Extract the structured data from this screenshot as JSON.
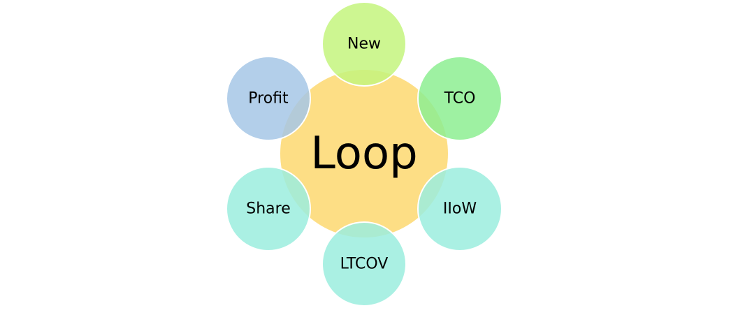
{
  "center": {
    "label": "Loop",
    "color": "#FDDE85"
  },
  "nodes": [
    {
      "label": "New",
      "color": "#C4F57E"
    },
    {
      "label": "TCO",
      "color": "#8DEE92"
    },
    {
      "label": "IIoW",
      "color": "#9BEDDE"
    },
    {
      "label": "LTCOV",
      "color": "#9BEDDE"
    },
    {
      "label": "Share",
      "color": "#9BEDDE"
    },
    {
      "label": "Profit",
      "color": "#A6C7E6"
    }
  ]
}
